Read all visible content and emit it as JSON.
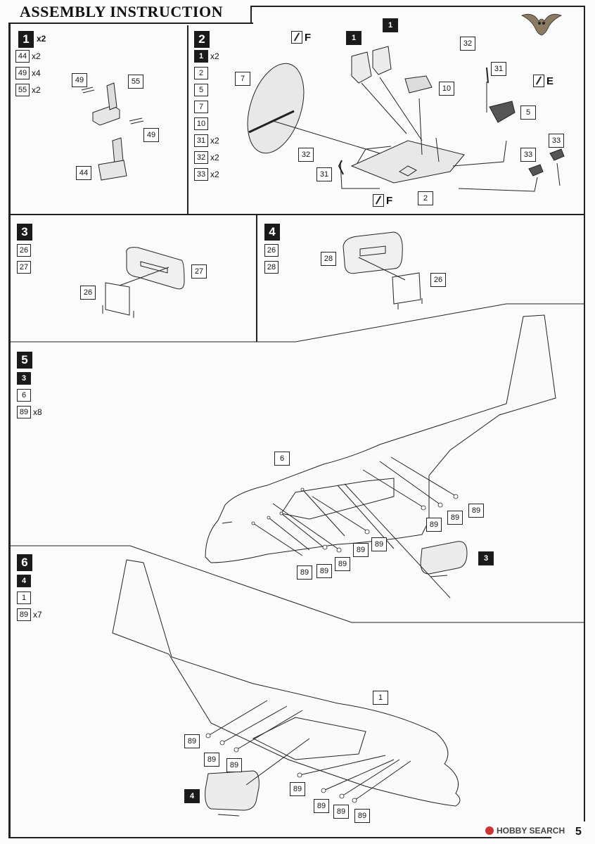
{
  "page": {
    "title": "ASSEMBLY INSTRUCTION",
    "page_number": "5",
    "watermark": "HOBBY SEARCH"
  },
  "steps": [
    {
      "number": "1",
      "multiplier": "x2",
      "parts": [
        {
          "id": "44",
          "qty": "x2"
        },
        {
          "id": "49",
          "qty": "x4"
        },
        {
          "id": "55",
          "qty": "x2"
        }
      ],
      "callouts": [
        "49",
        "55",
        "49",
        "44"
      ]
    },
    {
      "number": "2",
      "parts": [
        {
          "id": "1",
          "qty": "x2",
          "dark": true
        },
        {
          "id": "2",
          "qty": ""
        },
        {
          "id": "5",
          "qty": ""
        },
        {
          "id": "7",
          "qty": ""
        },
        {
          "id": "10",
          "qty": ""
        },
        {
          "id": "31",
          "qty": "x2"
        },
        {
          "id": "32",
          "qty": "x2"
        },
        {
          "id": "33",
          "qty": "x2"
        }
      ],
      "callouts": [
        "7",
        "1",
        "1",
        "32",
        "31",
        "10",
        "5",
        "33",
        "33",
        "32",
        "31",
        "2"
      ],
      "paint": [
        "F",
        "E",
        "F"
      ]
    },
    {
      "number": "3",
      "parts": [
        {
          "id": "26"
        },
        {
          "id": "27"
        }
      ],
      "callouts": [
        "27",
        "26"
      ]
    },
    {
      "number": "4",
      "parts": [
        {
          "id": "26"
        },
        {
          "id": "28"
        }
      ],
      "callouts": [
        "28",
        "26"
      ]
    },
    {
      "number": "5",
      "parts": [
        {
          "id": "3",
          "dark": true
        },
        {
          "id": "6"
        },
        {
          "id": "89",
          "qty": "x8"
        }
      ],
      "callouts": [
        "6",
        "89",
        "89",
        "89",
        "89",
        "89",
        "89",
        "89",
        "89",
        "3"
      ]
    },
    {
      "number": "6",
      "parts": [
        {
          "id": "4",
          "dark": true
        },
        {
          "id": "1"
        },
        {
          "id": "89",
          "qty": "x7"
        }
      ],
      "callouts": [
        "1",
        "89",
        "89",
        "89",
        "89",
        "89",
        "89",
        "89",
        "4"
      ]
    }
  ]
}
